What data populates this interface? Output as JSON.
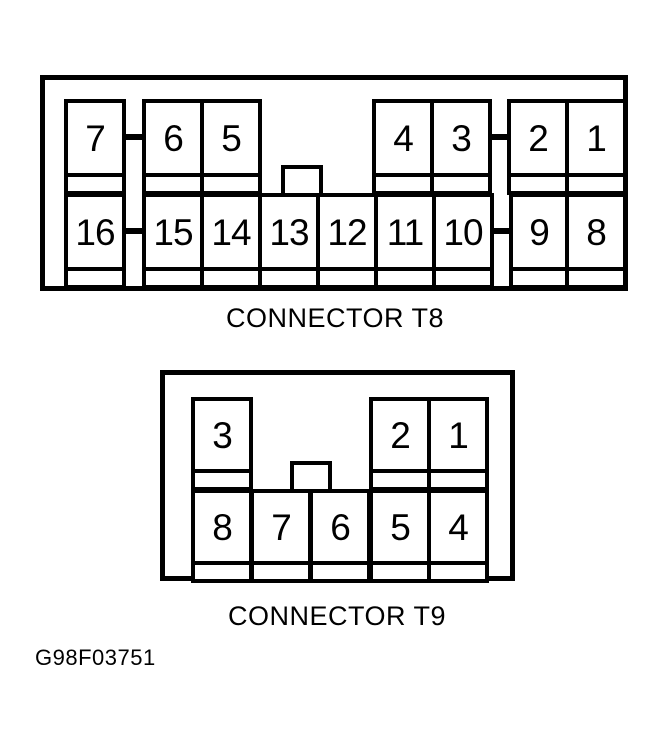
{
  "figure": {
    "code": "G98F03751"
  },
  "connectors": [
    {
      "id": "t8",
      "caption": "CONNECTOR T8",
      "top_row": [
        "7",
        "6",
        "5",
        "4",
        "3",
        "2",
        "1"
      ],
      "bottom_row": [
        "16",
        "15",
        "14",
        "13",
        "12",
        "11",
        "10",
        "9",
        "8"
      ],
      "pin_count": 16
    },
    {
      "id": "t9",
      "caption": "CONNECTOR T9",
      "top_row": [
        "3",
        "2",
        "1"
      ],
      "bottom_row": [
        "8",
        "7",
        "6",
        "5",
        "4"
      ],
      "pin_count": 8
    }
  ],
  "colors": {
    "ink": "#000000",
    "paper": "#ffffff"
  }
}
